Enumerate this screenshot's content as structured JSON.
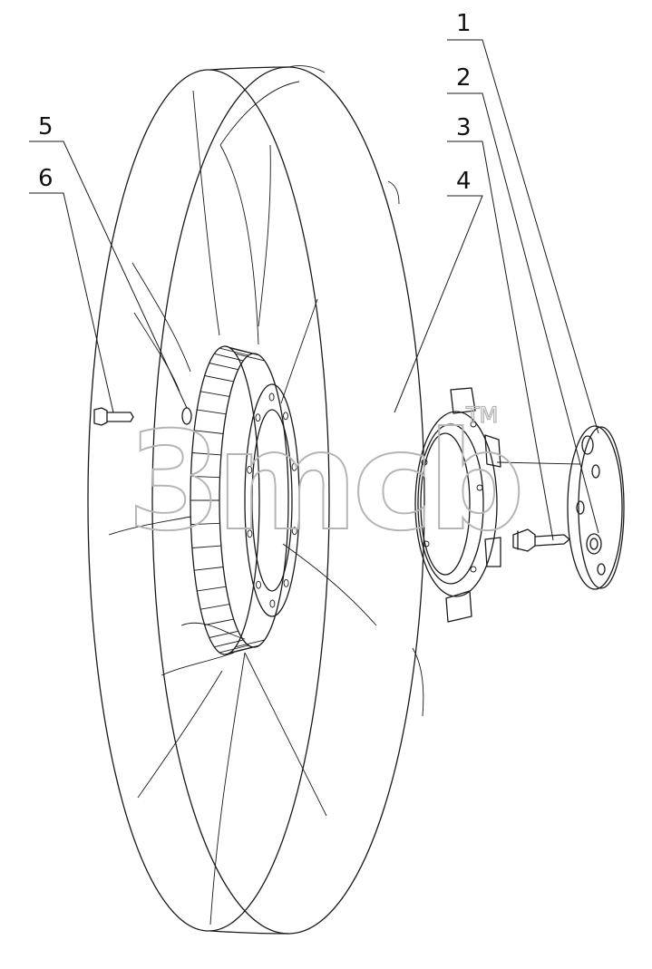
{
  "watermark": {
    "text": "3mcb",
    "trademark": "TM"
  },
  "callouts": [
    {
      "number": "1",
      "part": "flange plate"
    },
    {
      "number": "2",
      "part": "flange bolt hole"
    },
    {
      "number": "3",
      "part": "hex flange bolt"
    },
    {
      "number": "4",
      "part": "fan ring"
    },
    {
      "number": "5",
      "part": "fan hub"
    },
    {
      "number": "6",
      "part": "hex flange bolt"
    }
  ]
}
